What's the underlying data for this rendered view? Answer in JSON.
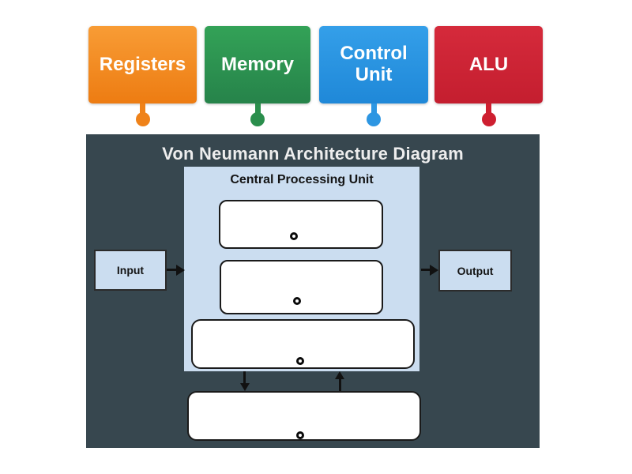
{
  "labels": {
    "items": [
      {
        "text": "Registers",
        "color": "#EE7D15",
        "gradient_top": "#F89C35"
      },
      {
        "text": "Memory",
        "color": "#2A8E4C",
        "gradient_top": "#33A257"
      },
      {
        "text": "Control Unit",
        "color": "#1F88D8",
        "gradient_top": "#349FE9"
      },
      {
        "text": "ALU",
        "color": "#C41E2F",
        "gradient_top": "#D52A3B"
      }
    ]
  },
  "diagram": {
    "title": "Von Neumann Architecture Diagram",
    "panel_color": "#37474F",
    "cpu_box": {
      "label": "Central Processing Unit",
      "fill": "#CBDDF0"
    },
    "input_box": {
      "label": "Input"
    },
    "output_box": {
      "label": "Output"
    },
    "drop_zones": [
      "zone-1",
      "zone-2",
      "zone-3",
      "zone-4"
    ]
  }
}
